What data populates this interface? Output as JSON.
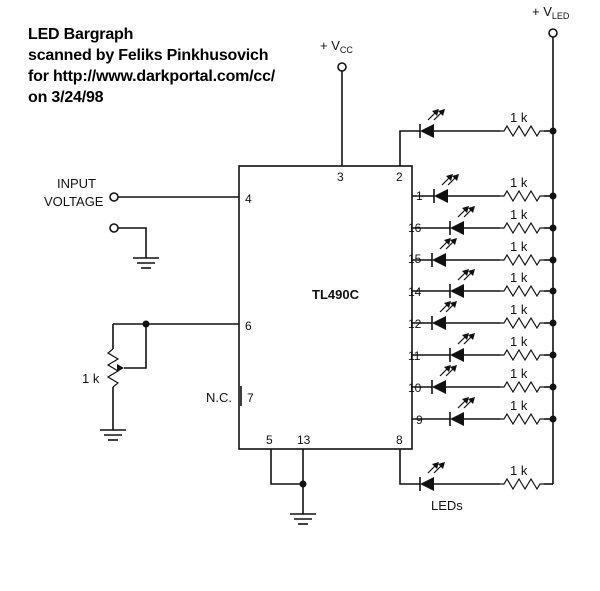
{
  "header": {
    "line1": "LED Bargraph",
    "line2": "scanned by Feliks Pinkhusovich",
    "line3": "for http://www.darkportal.com/cc/",
    "line4": "on 3/24/98"
  },
  "chip": {
    "name": "TL490C",
    "pins": {
      "p3": "3",
      "p2": "2",
      "p1": "1",
      "p16": "16",
      "p15": "15",
      "p14": "14",
      "p12": "12",
      "p11": "11",
      "p10": "10",
      "p9": "9",
      "p8": "8",
      "p4": "4",
      "p6": "6",
      "p7": "7",
      "p5": "5",
      "p13": "13"
    }
  },
  "labels": {
    "input_line1": "INPUT",
    "input_line2": "VOLTAGE",
    "nc": "N.C.",
    "pot_value": "1 k",
    "resistor_value": "1 k",
    "leds": "LEDs",
    "vcc_main": "+ V",
    "vcc_sub": "CC",
    "vled_main": "+ V",
    "vled_sub": "LED"
  }
}
